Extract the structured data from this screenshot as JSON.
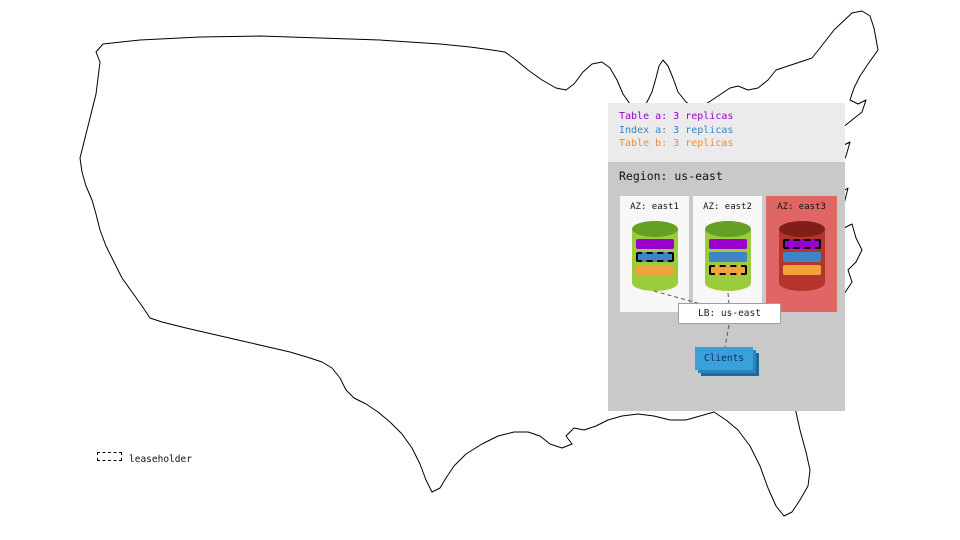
{
  "replica_legend": {
    "items": [
      {
        "label": "Table a: 3 replicas",
        "color": "#9900cc"
      },
      {
        "label": "Index a: 3 replicas",
        "color": "#3d85c6"
      },
      {
        "label": "Table b: 3 replicas",
        "color": "#e69138"
      }
    ]
  },
  "region": {
    "title": "Region: us-east",
    "azs": [
      {
        "label": "AZ: east1",
        "bg": "#f7f7f7",
        "replicas": [
          {
            "name": "table-a",
            "color": "#9900cc",
            "leaseholder": false
          },
          {
            "name": "index-a",
            "color": "#3d85c6",
            "leaseholder": true
          },
          {
            "name": "table-b",
            "color": "#f2a33c",
            "leaseholder": false
          }
        ]
      },
      {
        "label": "AZ: east2",
        "bg": "#f7f7f7",
        "replicas": [
          {
            "name": "table-a",
            "color": "#9900cc",
            "leaseholder": false
          },
          {
            "name": "index-a",
            "color": "#3d85c6",
            "leaseholder": false
          },
          {
            "name": "table-b",
            "color": "#f2a33c",
            "leaseholder": true
          }
        ]
      },
      {
        "label": "AZ: east3",
        "bg": "#e06666",
        "replicas": [
          {
            "name": "table-a",
            "color": "#9900cc",
            "leaseholder": true
          },
          {
            "name": "index-a",
            "color": "#3d85c6",
            "leaseholder": false
          },
          {
            "name": "table-b",
            "color": "#f2a33c",
            "leaseholder": false
          }
        ]
      }
    ],
    "load_balancer": {
      "label": "LB: us-east"
    },
    "clients": {
      "label": "Clients"
    }
  },
  "map_legend": {
    "leaseholder_label": "leaseholder"
  },
  "colors": {
    "cylinder_green_body": "#9bcc3c",
    "cylinder_green_top": "#63a024",
    "cylinder_red_body": "#b5352c",
    "cylinder_red_top": "#801f18",
    "clients_front": "#3aa0dc",
    "clients_mid": "#2a85bd",
    "clients_back": "#1b6a9d",
    "connector": "#555555"
  }
}
